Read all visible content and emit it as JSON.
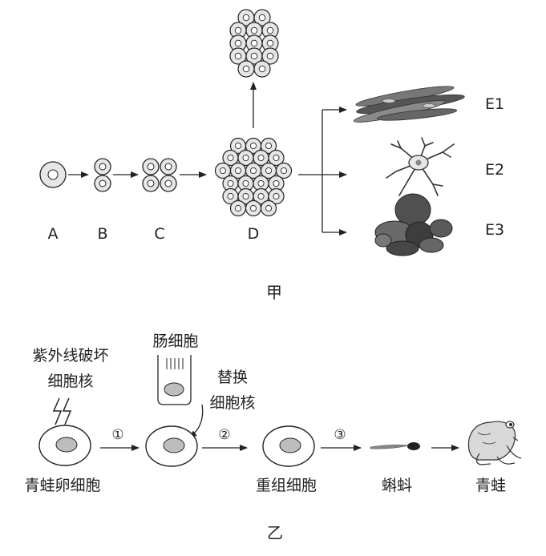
{
  "panel_jia": {
    "caption": "甲",
    "stages": {
      "a": "A",
      "b": "B",
      "c": "C",
      "d": "D"
    },
    "outcomes": {
      "e1": "E1",
      "e2": "E2",
      "e3": "E3"
    }
  },
  "panel_yi": {
    "caption": "乙",
    "uv_label": [
      "紫外线破坏",
      "细胞核"
    ],
    "intestinal_cell_label": "肠细胞",
    "replace_label": [
      "替换",
      "细胞核"
    ],
    "steps": [
      "①",
      "②",
      "③"
    ],
    "egg_cell_label": "青蛙卵细胞",
    "recombinant_cell_label": "重组细胞",
    "tadpole_label": "蝌蚪",
    "frog_label": "青蛙"
  },
  "colors": {
    "stroke": "#222222",
    "cell_fill": "#e6e6e6",
    "nucleus_fill": "#bdbdbd",
    "tissue": "#555555"
  }
}
